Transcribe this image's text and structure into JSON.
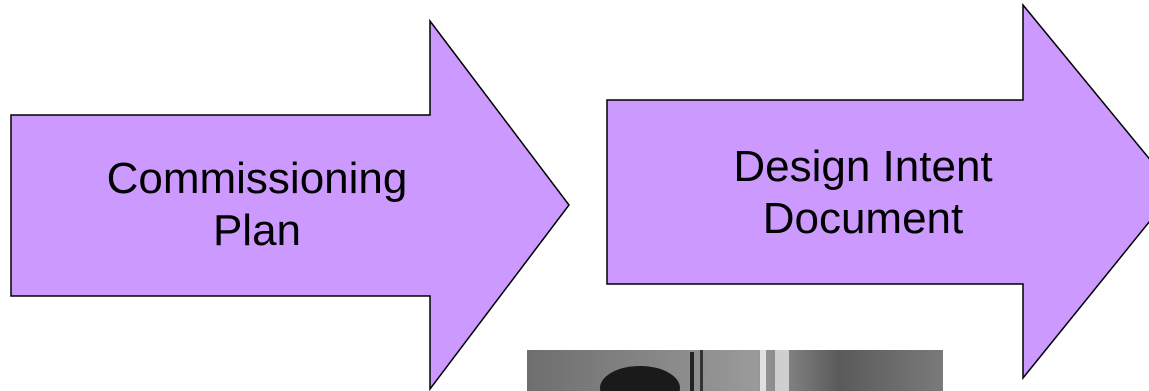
{
  "arrows": [
    {
      "line1": "Commissioning",
      "line2": "Plan"
    },
    {
      "line1": "Design Intent",
      "line2": "Document"
    }
  ],
  "colors": {
    "arrow_fill": "#cc99ff",
    "arrow_stroke": "#000000",
    "photo_fill": "#555555"
  }
}
